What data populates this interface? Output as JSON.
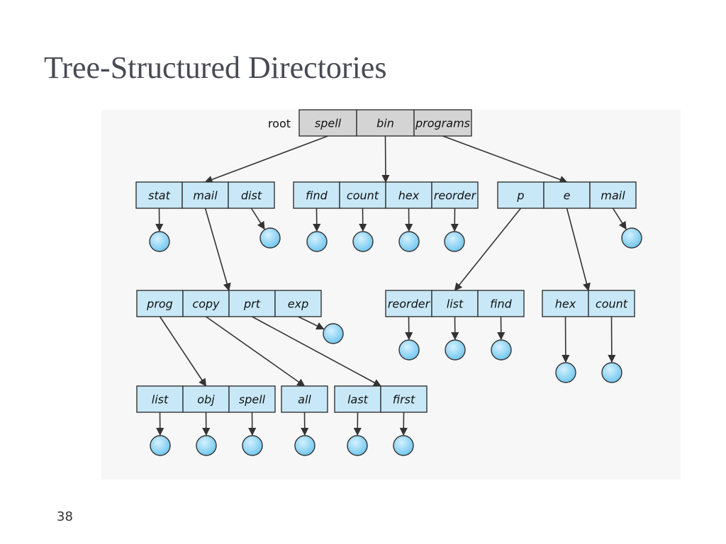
{
  "slide": {
    "title": "Tree-Structured Directories",
    "page_number": "38"
  },
  "diagram": {
    "root_label": "root",
    "colors": {
      "root_fill": "#d4d4d4",
      "dir_fill": "#c8e8f8",
      "file_fill": "#7fd0f4",
      "stroke": "#333333",
      "panel": "#f7f7f7"
    },
    "directories": {
      "root": [
        "spell",
        "bin",
        "programs"
      ],
      "spell": [
        "stat",
        "mail",
        "dist"
      ],
      "bin": [
        "find",
        "count",
        "hex",
        "reorder"
      ],
      "programs": [
        "p",
        "e",
        "mail"
      ],
      "mail": [
        "prog",
        "copy",
        "prt",
        "exp"
      ],
      "p": [
        "reorder",
        "list",
        "find"
      ],
      "e": [
        "hex",
        "count"
      ],
      "prog": [
        "list",
        "obj",
        "spell"
      ],
      "copy": [
        "all"
      ],
      "prt": [
        "last",
        "first"
      ]
    }
  }
}
